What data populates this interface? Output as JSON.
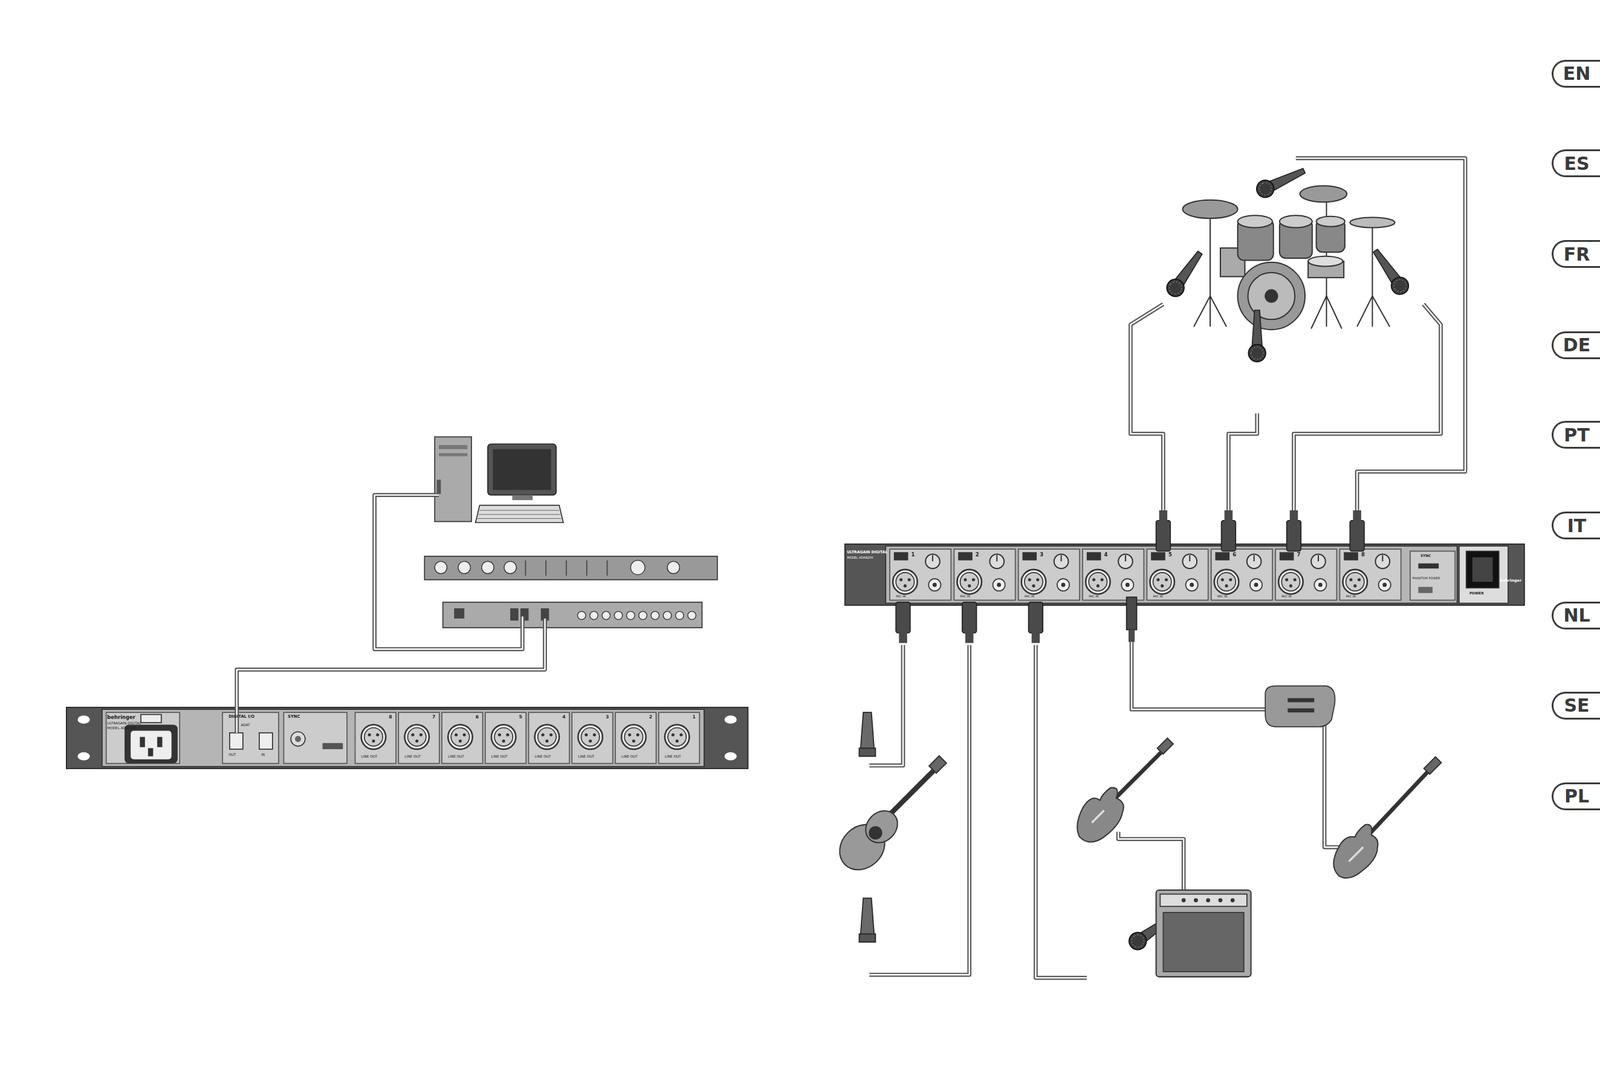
{
  "diagram": {
    "nodes": [
      {
        "text": [
          "EN"
        ]
      },
      {
        "text": [
          "ES"
        ]
      },
      {
        "text": [
          "FR"
        ]
      },
      {
        "text": [
          "DE"
        ]
      },
      {
        "text": [
          "PT"
        ]
      },
      {
        "text": [
          "IT"
        ]
      },
      {
        "text": [
          "NL"
        ]
      },
      {
        "text": [
          "SE"
        ]
      },
      {
        "text": [
          "PL"
        ]
      }
    ],
    "labels": [
      "behringer",
      "ULTRAGAIN DIGITAL",
      "MODEL ADA8200",
      "DIGITAL I/O",
      "ADAT",
      "OUT",
      "IN",
      "SYNC",
      "8",
      "LINE OUT",
      "7",
      "LINE OUT",
      "6",
      "LINE OUT",
      "5",
      "LINE OUT",
      "4",
      "LINE OUT",
      "3",
      "LINE OUT",
      "2",
      "LINE OUT",
      "1",
      "LINE OUT",
      "ULTRAGAIN DIGITAL",
      "MODEL ADA8200",
      "1",
      "2",
      "3",
      "4",
      "5",
      "6",
      "7",
      "8",
      "MIC IN",
      "MIC IN",
      "MIC IN",
      "MIC IN",
      "MIC IN",
      "MIC IN",
      "MIC IN",
      "MIC IN",
      "SYNC",
      "PHANTOM POWER",
      "POWER",
      "behringer"
    ]
  }
}
